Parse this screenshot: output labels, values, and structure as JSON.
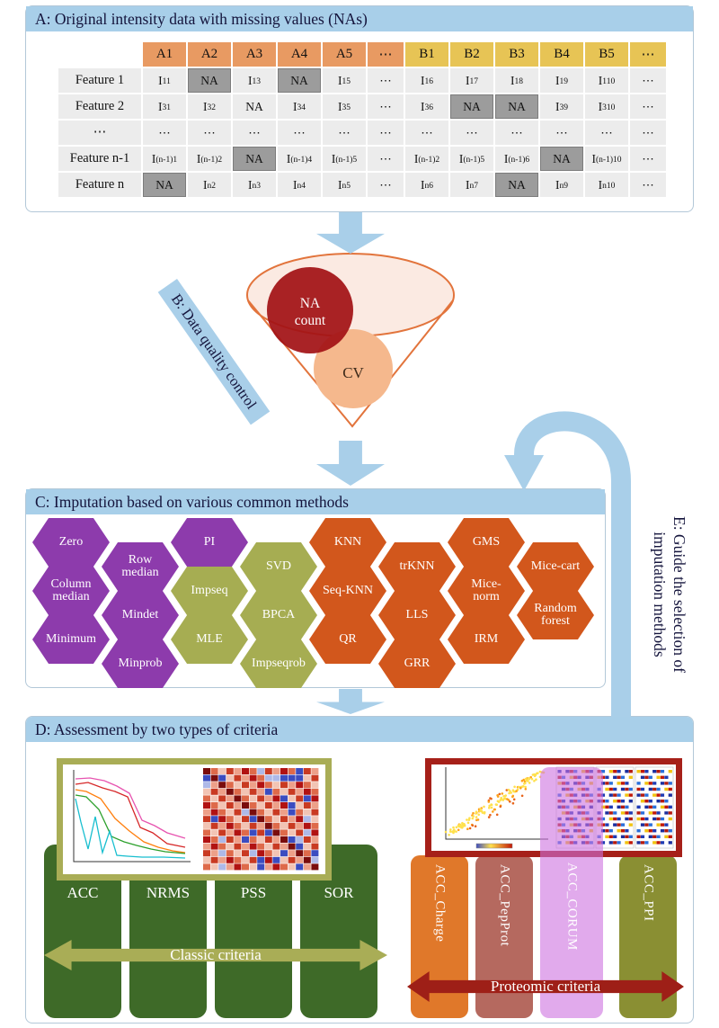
{
  "colors": {
    "panel_header_bg": "#a8cfe9",
    "header_a": "#e89a62",
    "header_b": "#e7c455",
    "na_cell": "#9c9c9c",
    "purple": "#8d3bac",
    "olive": "#a6ad52",
    "orange": "#d2571c",
    "funnel_outline": "#e2743c",
    "na_count_circle": "#a21215",
    "cv_circle": "#f5b88d",
    "arrow_blue": "#a9cfe9",
    "classic_green": "#3e6a28",
    "classic_arrow": "#a9ad56",
    "proteomic_arrow": "#9e1f17",
    "left_frame": "#a9ad56",
    "right_frame": "#a62019"
  },
  "panel_a": {
    "title": "A: Original intensity data with missing values (NAs)",
    "table": {
      "columns": [
        {
          "label": "A1",
          "group": "a"
        },
        {
          "label": "A2",
          "group": "a"
        },
        {
          "label": "A3",
          "group": "a"
        },
        {
          "label": "A4",
          "group": "a"
        },
        {
          "label": "A5",
          "group": "a"
        },
        {
          "label": "⋯",
          "group": "a"
        },
        {
          "label": "B1",
          "group": "b"
        },
        {
          "label": "B2",
          "group": "b"
        },
        {
          "label": "B3",
          "group": "b"
        },
        {
          "label": "B4",
          "group": "b"
        },
        {
          "label": "B5",
          "group": "b"
        },
        {
          "label": "⋯",
          "group": "b"
        }
      ],
      "rows": [
        {
          "label": "Feature 1",
          "cells": [
            {
              "base": "I",
              "sub": "11"
            },
            {
              "text": "NA",
              "na": true
            },
            {
              "base": "I",
              "sub": "13"
            },
            {
              "text": "NA",
              "na": true
            },
            {
              "base": "I",
              "sub": "15"
            },
            {
              "text": "⋯"
            },
            {
              "base": "I",
              "sub": "16"
            },
            {
              "base": "I",
              "sub": "17"
            },
            {
              "base": "I",
              "sub": "18"
            },
            {
              "base": "I",
              "sub": "19"
            },
            {
              "base": "I",
              "sub": "110"
            },
            {
              "text": "⋯"
            }
          ]
        },
        {
          "label": "Feature 2",
          "cells": [
            {
              "base": "I",
              "sub": "31"
            },
            {
              "base": "I",
              "sub": "32"
            },
            {
              "text": "NA"
            },
            {
              "base": "I",
              "sub": "34"
            },
            {
              "base": "I",
              "sub": "35"
            },
            {
              "text": "⋯"
            },
            {
              "base": "I",
              "sub": "36"
            },
            {
              "text": "NA",
              "na": true
            },
            {
              "text": "NA",
              "na": true
            },
            {
              "base": "I",
              "sub": "39"
            },
            {
              "base": "I",
              "sub": "310"
            },
            {
              "text": "⋯"
            }
          ]
        },
        {
          "label": "⋯",
          "cells": [
            {
              "text": "⋯"
            },
            {
              "text": "⋯"
            },
            {
              "text": "⋯"
            },
            {
              "text": "⋯"
            },
            {
              "text": "⋯"
            },
            {
              "text": "⋯"
            },
            {
              "text": "⋯"
            },
            {
              "text": "⋯"
            },
            {
              "text": "⋯"
            },
            {
              "text": "⋯"
            },
            {
              "text": "⋯"
            },
            {
              "text": "⋯"
            }
          ]
        },
        {
          "label": "Feature n-1",
          "cells": [
            {
              "base": "I",
              "sub": "(n-1)1"
            },
            {
              "base": "I",
              "sub": "(n-1)2"
            },
            {
              "text": "NA",
              "na": true
            },
            {
              "base": "I",
              "sub": "(n-1)4"
            },
            {
              "base": "I",
              "sub": "(n-1)5"
            },
            {
              "text": "⋯"
            },
            {
              "base": "I",
              "sub": "(n-1)2"
            },
            {
              "base": "I",
              "sub": "(n-1)5"
            },
            {
              "base": "I",
              "sub": "(n-1)6"
            },
            {
              "text": "NA",
              "na": true
            },
            {
              "base": "I",
              "sub": "(n-1)10"
            },
            {
              "text": "⋯"
            }
          ]
        },
        {
          "label": "Feature n",
          "cells": [
            {
              "text": "NA",
              "na": true
            },
            {
              "base": "I",
              "sub": "n2"
            },
            {
              "base": "I",
              "sub": "n3"
            },
            {
              "base": "I",
              "sub": "n4"
            },
            {
              "base": "I",
              "sub": "n5"
            },
            {
              "text": "⋯"
            },
            {
              "base": "I",
              "sub": "n6"
            },
            {
              "base": "I",
              "sub": "n7"
            },
            {
              "text": "NA",
              "na": true
            },
            {
              "base": "I",
              "sub": "n9"
            },
            {
              "base": "I",
              "sub": "n10"
            },
            {
              "text": "⋯"
            }
          ]
        }
      ]
    }
  },
  "panel_b": {
    "ribbon_label": "B: Data quality control",
    "na_count_line1": "NA",
    "na_count_line2": "count",
    "cv_label": "CV"
  },
  "panel_c": {
    "title": "C: Imputation based on various common methods",
    "methods": [
      {
        "label": "Zero",
        "group": "purple"
      },
      {
        "label": "Row median",
        "group": "purple"
      },
      {
        "label": "PI",
        "group": "purple"
      },
      {
        "label": "SVD",
        "group": "olive"
      },
      {
        "label": "KNN",
        "group": "orange"
      },
      {
        "label": "trKNN",
        "group": "orange"
      },
      {
        "label": "GMS",
        "group": "orange"
      },
      {
        "label": "Mice-cart",
        "group": "orange"
      },
      {
        "label": "Column median",
        "group": "purple"
      },
      {
        "label": "Mindet",
        "group": "purple"
      },
      {
        "label": "Impseq",
        "group": "olive"
      },
      {
        "label": "BPCA",
        "group": "olive"
      },
      {
        "label": "Seq-KNN",
        "group": "orange"
      },
      {
        "label": "Mice-norm",
        "group": "orange"
      },
      {
        "label": "LLS",
        "group": "orange"
      },
      {
        "label": "Minimum",
        "group": "purple"
      },
      {
        "label": "Minprob",
        "group": "purple"
      },
      {
        "label": "MLE",
        "group": "olive"
      },
      {
        "label": "Impseqrob",
        "group": "olive"
      },
      {
        "label": "QR",
        "group": "orange"
      },
      {
        "label": "GRR",
        "group": "orange"
      },
      {
        "label": "IRM",
        "group": "orange"
      },
      {
        "label": "Random forest",
        "group": "orange"
      }
    ]
  },
  "panel_d": {
    "title": "D: Assessment by two types of criteria",
    "classic": {
      "arrow_label": "Classic criteria",
      "criteria": [
        "ACC",
        "NRMS",
        "PSS",
        "SOR"
      ]
    },
    "proteomic": {
      "arrow_label": "Proteomic criteria",
      "criteria": [
        {
          "label": "ACC_Charge",
          "color": "#e0782a"
        },
        {
          "label": "ACC_PepProt",
          "color": "#b5695f"
        },
        {
          "label": "ACC_CORUM",
          "color": "#cd72e0"
        },
        {
          "label": "ACC_PPI",
          "color": "#8a8f33"
        }
      ]
    }
  },
  "panel_e": {
    "line1": "E: Guide the selection of",
    "line2": "imputation methods"
  }
}
